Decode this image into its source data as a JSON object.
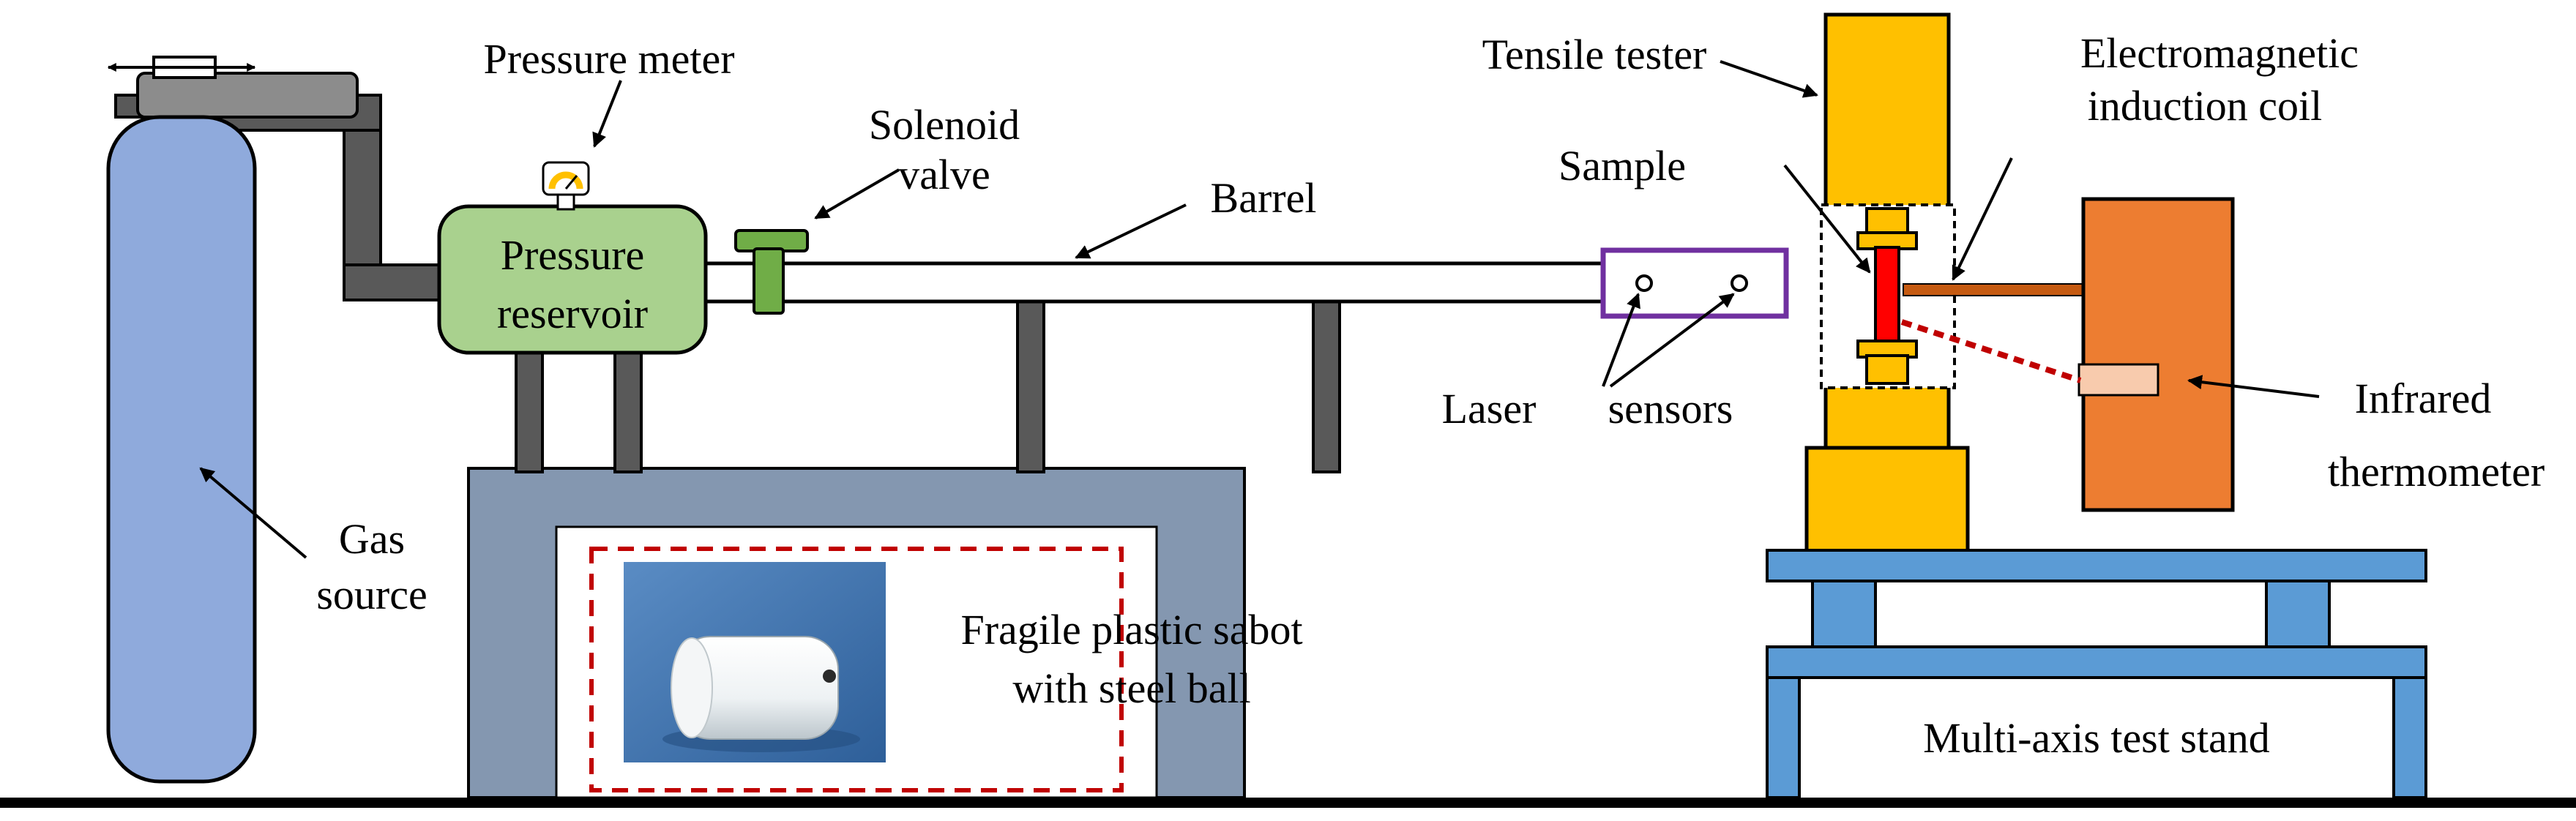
{
  "labels": {
    "pressure_meter": "Pressure meter",
    "solenoid_valve_l1": "Solenoid",
    "solenoid_valve_l2": "valve",
    "barrel": "Barrel",
    "pressure_reservoir_l1": "Pressure",
    "pressure_reservoir_l2": "reservoir",
    "tensile_tester": "Tensile tester",
    "em_coil_l1": "Electromagnetic",
    "em_coil_l2": "induction coil",
    "sample": "Sample",
    "laser": "Laser",
    "sensors": "sensors",
    "infrared_l1": "Infrared",
    "infrared_l2": "thermometer",
    "gas_l1": "Gas",
    "gas_l2": "source",
    "sabot_l1": "Fragile plastic sabot",
    "sabot_l2": "with steel ball",
    "test_stand": "Multi-axis test stand"
  },
  "colors": {
    "gas_cylinder": "#8faadc",
    "reservoir": "#a9d18e",
    "valve": "#70ad47",
    "table": "#8497b0",
    "tester": "#ffc000",
    "thermometer": "#ed7d31",
    "stand": "#5b9bd5",
    "sensor_box": "#7030a0",
    "sample": "#ff0000",
    "dashed_box": "#c00000",
    "sabot_photo_bg": "#3a6fa8"
  }
}
